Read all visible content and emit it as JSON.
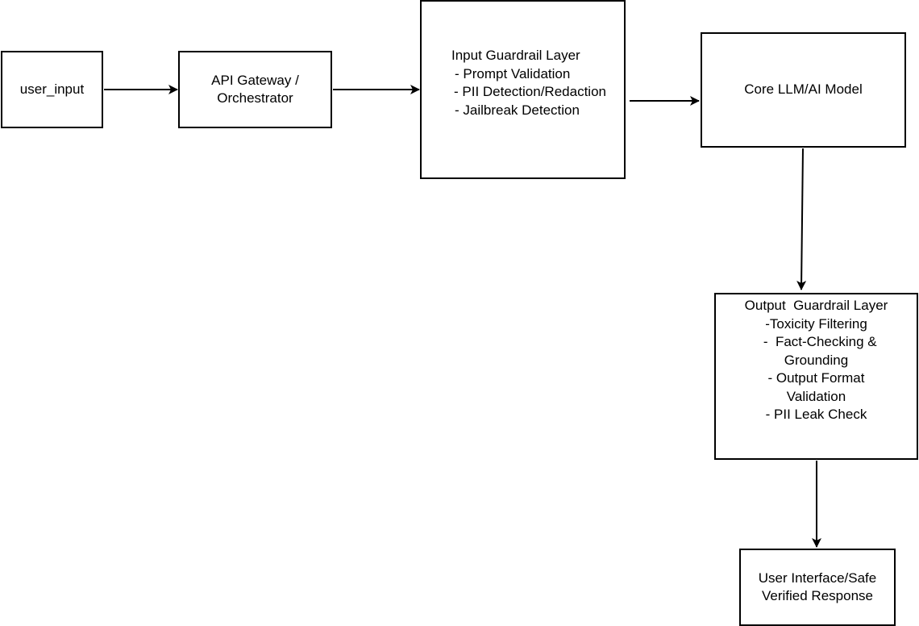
{
  "diagram": {
    "nodes": [
      {
        "id": "user-input",
        "lines": [
          "user_input"
        ]
      },
      {
        "id": "gateway",
        "lines": [
          "API Gateway /",
          "Orchestrator"
        ]
      },
      {
        "id": "input-guard",
        "lines": [
          "Input Guardrail Layer",
          "- Prompt Validation",
          "- PII Detection/Redaction",
          "- Jailbreak Detection"
        ]
      },
      {
        "id": "core",
        "lines": [
          "Core LLM/AI Model"
        ]
      },
      {
        "id": "output-guard",
        "lines": [
          "Output  Guardrail Layer",
          "-Toxicity Filtering",
          "  -  Fact-Checking &",
          "Grounding",
          "- Output Format",
          "Validation",
          "- PII Leak Check"
        ]
      },
      {
        "id": "ui",
        "lines": [
          "User Interface/Safe",
          "Verified Response"
        ]
      }
    ],
    "edges": [
      {
        "from": "user-input",
        "to": "gateway"
      },
      {
        "from": "gateway",
        "to": "input-guard"
      },
      {
        "from": "input-guard",
        "to": "core"
      },
      {
        "from": "core",
        "to": "output-guard"
      },
      {
        "from": "output-guard",
        "to": "ui"
      }
    ],
    "colors": {
      "stroke": "#000000",
      "fill": "#ffffff",
      "text": "#000000"
    }
  }
}
